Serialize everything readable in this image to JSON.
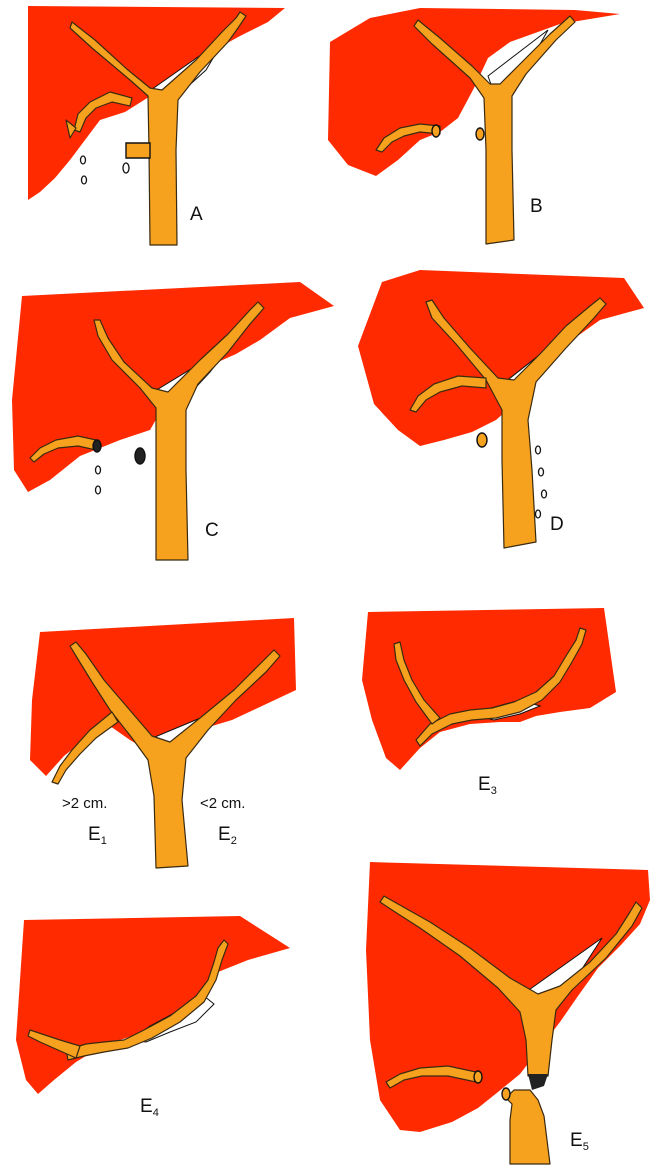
{
  "colors": {
    "liver": "#ff2a00",
    "bile_duct": "#f7a21f",
    "outline": "#1a1a1a",
    "background": "#ffffff"
  },
  "panels": [
    {
      "id": "A",
      "label": "A"
    },
    {
      "id": "B",
      "label": "B"
    },
    {
      "id": "C",
      "label": "C"
    },
    {
      "id": "D",
      "label": "D"
    },
    {
      "id": "E12",
      "label_main_1": "E",
      "label_sub_1": "1",
      "label_main_2": "E",
      "label_sub_2": "2",
      "measure_left": ">2 cm.",
      "measure_right": "<2 cm."
    },
    {
      "id": "E3",
      "label_main": "E",
      "label_sub": "3"
    },
    {
      "id": "E4",
      "label_main": "E",
      "label_sub": "4"
    },
    {
      "id": "E5",
      "label_main": "E",
      "label_sub": "5"
    }
  ]
}
